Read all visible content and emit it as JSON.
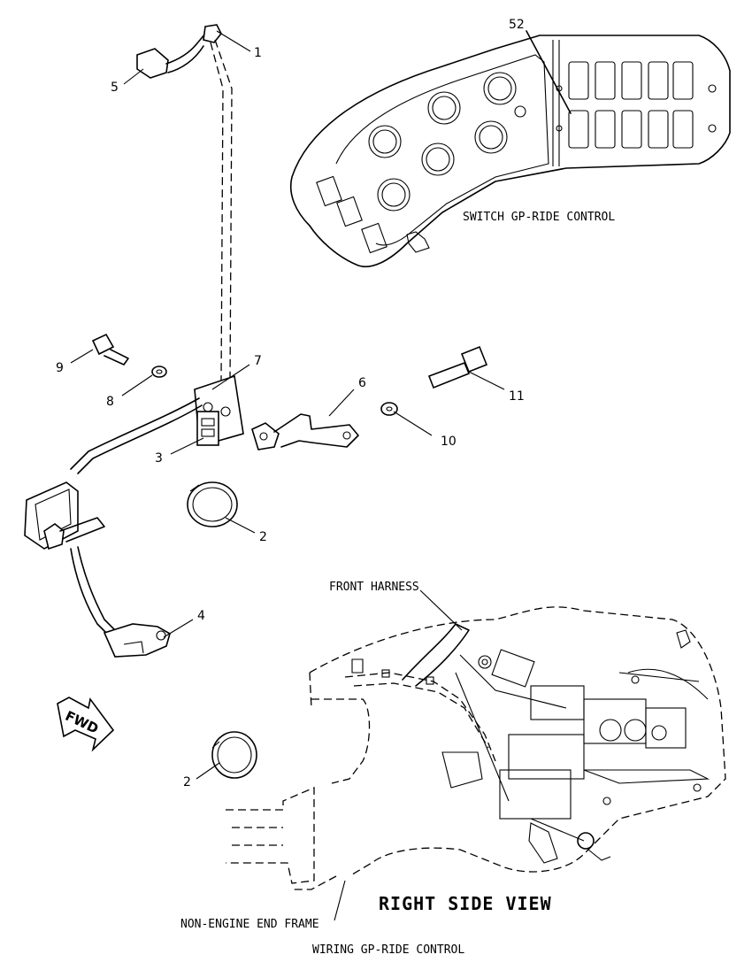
{
  "labels": {
    "switch_group": "SWITCH GP-RIDE CONTROL",
    "front_harness": "FRONT HARNESS",
    "right_side_view": "RIGHT SIDE VIEW",
    "non_engine_end_frame": "NON-ENGINE END FRAME",
    "wiring_group": "WIRING GP-RIDE CONTROL",
    "fwd": "FWD"
  },
  "callouts": {
    "c1": "1",
    "c2a": "2",
    "c2b": "2",
    "c3": "3",
    "c4": "4",
    "c5": "5",
    "c6": "6",
    "c7": "7",
    "c8": "8",
    "c9": "9",
    "c10": "10",
    "c11": "11",
    "c52": "52"
  }
}
